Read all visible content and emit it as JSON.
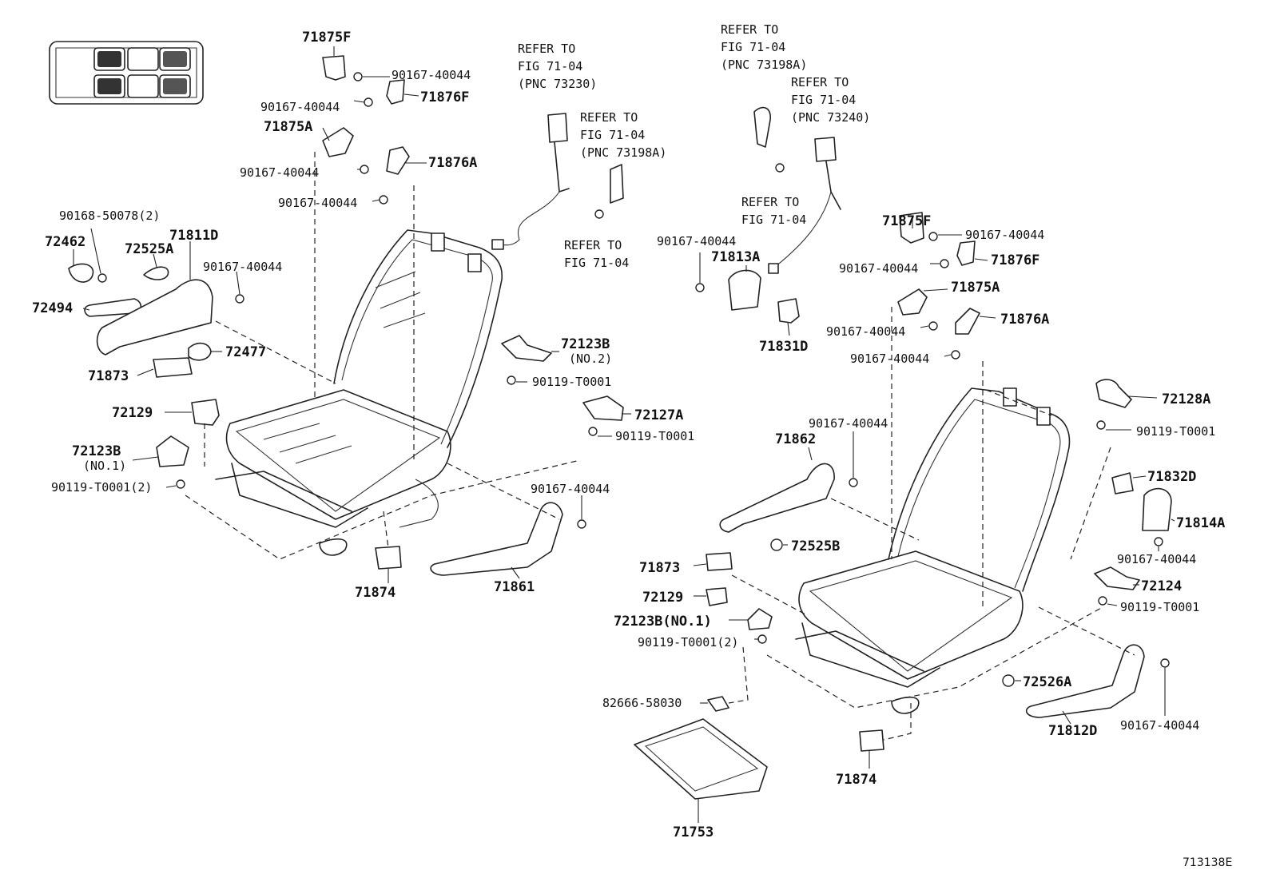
{
  "diagram": {
    "drawing_code": "713138E",
    "left_seat_labels": {
      "p71875F": "71875F",
      "p90167_a": "90167-40044",
      "p90167_b": "90167-40044",
      "p71876F": "71876F",
      "p71875A": "71875A",
      "p90167_c": "90167-40044",
      "p71876A": "71876A",
      "p90167_d": "90167-40044",
      "p90168": "90168-50078(2)",
      "p72462": "72462",
      "p72525A": "72525A",
      "p71811D": "71811D",
      "p90167_e": "90167-40044",
      "p72494": "72494",
      "p72477": "72477",
      "p71873": "71873",
      "p72129": "72129",
      "p72123B": "72123B",
      "p72123B_no1": "(NO.1)",
      "p90119_2": "90119-T0001(2)",
      "p72123B_b": "72123B",
      "p72123B_no2": "(NO.2)",
      "p90119_a": "90119-T0001",
      "p72127A": "72127A",
      "p90119_b": "90119-T0001",
      "p90167_f": "90167-40044",
      "p71874": "71874",
      "p71861": "71861"
    },
    "refer_notes": {
      "r1": "REFER TO\nFIG 71-04\n(PNC 73230)",
      "r2": "REFER TO\nFIG 71-04\n(PNC 73198A)",
      "r3": "REFER TO\nFIG 71-04",
      "r4": "REFER TO\nFIG 71-04\n(PNC 73198A)",
      "r5": "REFER TO\nFIG 71-04\n(PNC 73240)",
      "r6": "REFER TO\nFIG 71-04"
    },
    "right_seat_labels": {
      "p90167_g": "90167-40044",
      "p71813A": "71813A",
      "p71831D": "71831D",
      "p71875F": "71875F",
      "p90167_h": "90167-40044",
      "p90167_i": "90167-40044",
      "p71876F": "71876F",
      "p71875A": "71875A",
      "p90167_j": "90167-40044",
      "p71876A": "71876A",
      "p90167_k": "90167-40044",
      "p72128A": "72128A",
      "p90119_c": "90119-T0001",
      "p90167_l": "90167-40044",
      "p71862": "71862",
      "p71832D": "71832D",
      "p71814A": "71814A",
      "p90167_m": "90167-40044",
      "p72525B": "72525B",
      "p71873": "71873",
      "p72124": "72124",
      "p72129": "72129",
      "p90119_d": "90119-T0001",
      "p72123B": "72123B(NO.1)",
      "p90119_2": "90119-T0001(2)",
      "p72526A": "72526A",
      "p82666": "82666-58030",
      "p71812D": "71812D",
      "p90167_n": "90167-40044",
      "p71874": "71874",
      "p71753": "71753"
    }
  }
}
